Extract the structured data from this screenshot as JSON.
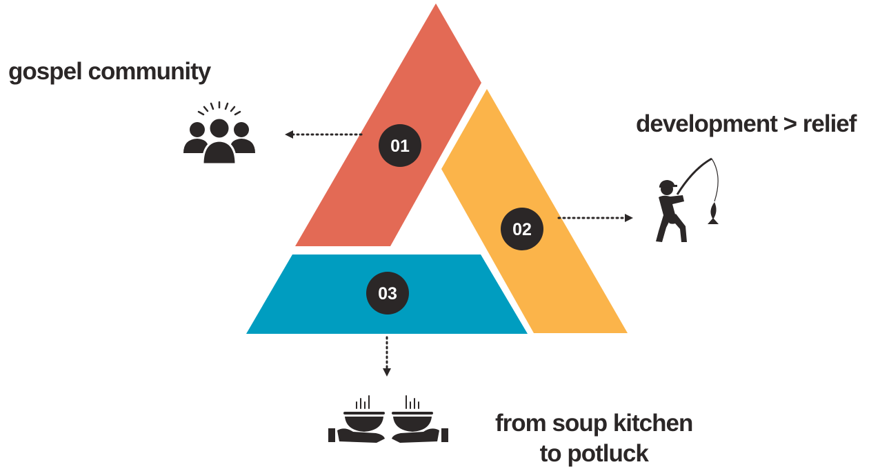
{
  "segments": [
    {
      "number": "01",
      "label": "gospel community",
      "color": "#e36a55",
      "icon": "community-group-icon"
    },
    {
      "number": "02",
      "label": "development > relief",
      "color": "#fbb44a",
      "icon": "fisherman-icon"
    },
    {
      "number": "03",
      "label_line1": "from soup kitchen",
      "label_line2": "to potluck",
      "color": "#009dc0",
      "icon": "shared-meal-hands-icon"
    }
  ],
  "colors": {
    "text": "#2b2727",
    "badge": "#2b2727",
    "badge_text": "#ffffff"
  }
}
